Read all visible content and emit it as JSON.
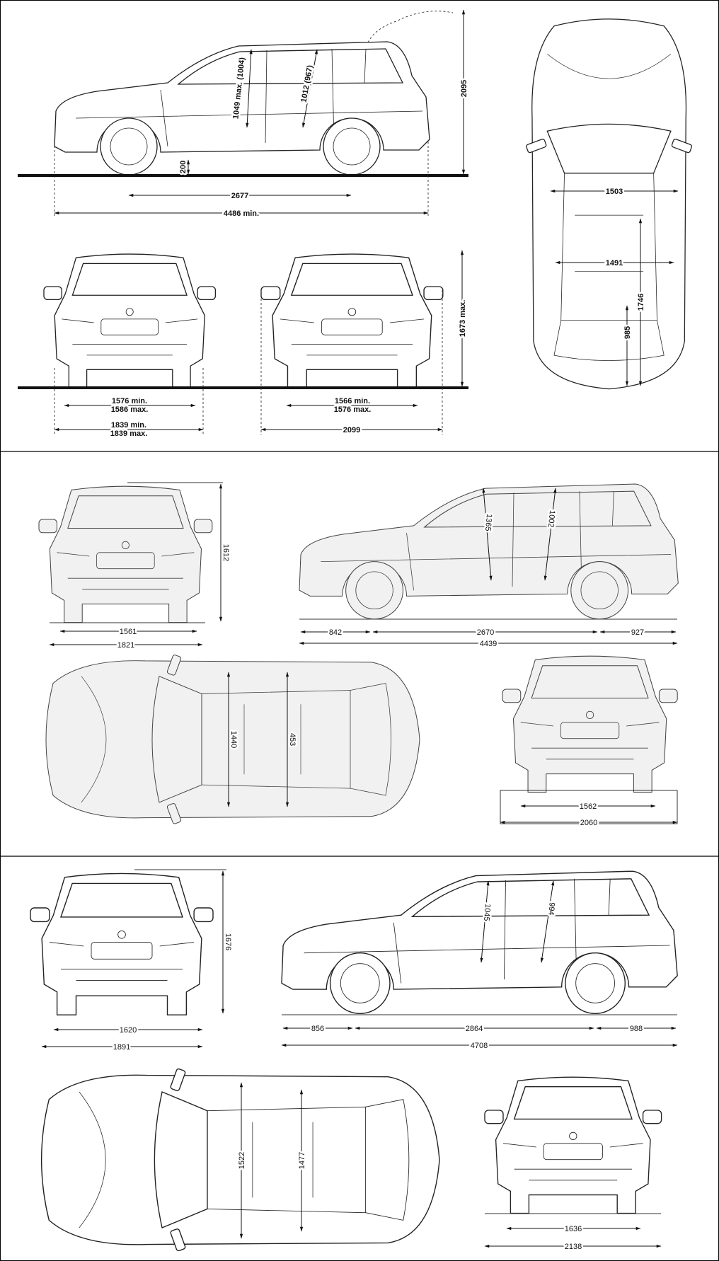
{
  "vw_section": {
    "side": {
      "total_height": "2095",
      "headroom_front": "1049 max. (1004)",
      "headroom_rear": "1012 (967)",
      "ground_clearance": "200",
      "wheelbase": "2677",
      "length": "4486 min."
    },
    "front": {
      "track_line1": "1576 min.",
      "track_line2": "1586 max.",
      "width_line1": "1839 min.",
      "width_line2": "1839 max."
    },
    "rear": {
      "track_line1": "1566 min.",
      "track_line2": "1576 max.",
      "width_mirrors": "2099",
      "height": "1673 max."
    },
    "top": {
      "shoulder_front": "1503",
      "shoulder_rear": "1491",
      "cargo_length_max": "1746",
      "cargo_length": "985"
    }
  },
  "x1_section": {
    "front": {
      "height": "1612",
      "track": "1561",
      "width": "1821"
    },
    "side": {
      "headroom_front": "1365",
      "headroom_rear": "1002",
      "front_overhang": "842",
      "wheelbase": "2670",
      "rear_overhang": "927",
      "length": "4439"
    },
    "top": {
      "width_front": "1440",
      "width_rear": "453"
    },
    "rear": {
      "track": "1562",
      "width_mirrors": "2060"
    }
  },
  "x3_section": {
    "front": {
      "height": "1676",
      "track": "1620",
      "width": "1891"
    },
    "side": {
      "headroom_front": "1045",
      "headroom_rear": "994",
      "front_overhang": "856",
      "wheelbase": "2864",
      "rear_overhang": "988",
      "length": "4708"
    },
    "top": {
      "width_front": "1522",
      "width_rear": "1477"
    },
    "rear": {
      "track": "1636",
      "width_mirrors": "2138"
    }
  }
}
